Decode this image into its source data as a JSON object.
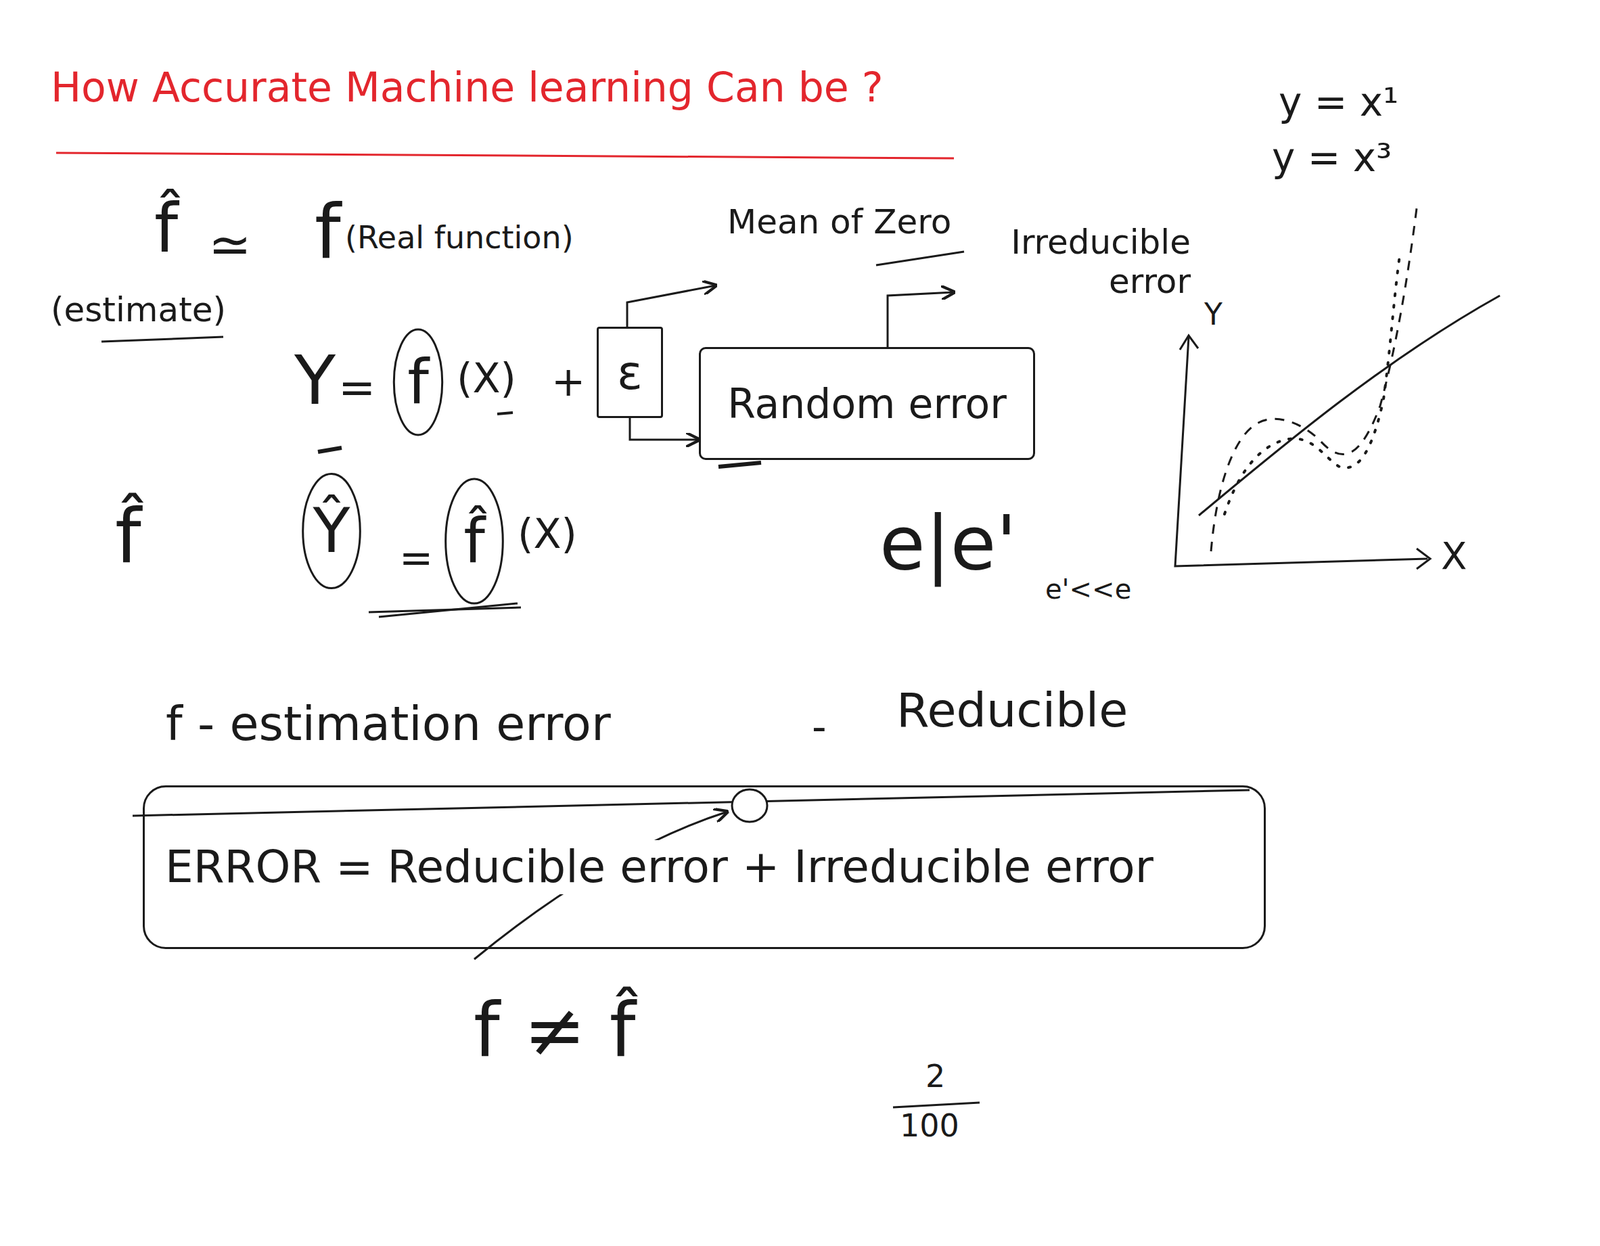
{
  "diagram": {
    "title": "How Accurate Machine learning Can be ?",
    "nodes": [
      {
        "text": [
          "f"
        ]
      },
      {
        "text": [
          "ε"
        ]
      },
      {
        "text": [
          "Random error"
        ]
      },
      {
        "text": [
          "Ŷ"
        ]
      },
      {
        "text": [
          "f̂"
        ]
      },
      {
        "text": [
          "ERROR = Reducible error + Irreducible error"
        ]
      }
    ],
    "edges": [
      {
        "from": 1,
        "to": 2,
        "arrow": "to"
      }
    ],
    "labels": [
      "f̂",
      "≃",
      "f",
      "(Real function)",
      "(estimate)",
      "Mean of Zero",
      "Irreducible error",
      "y = x¹",
      "y = x³",
      "Y",
      "=",
      "(X)",
      "+",
      "Y",
      "=",
      "(X)",
      "f̂",
      "e|e'",
      "e'<<e",
      "X",
      "f - estimation error",
      "-",
      "Reducible",
      "f ≠ f̂",
      "2",
      "100"
    ]
  }
}
